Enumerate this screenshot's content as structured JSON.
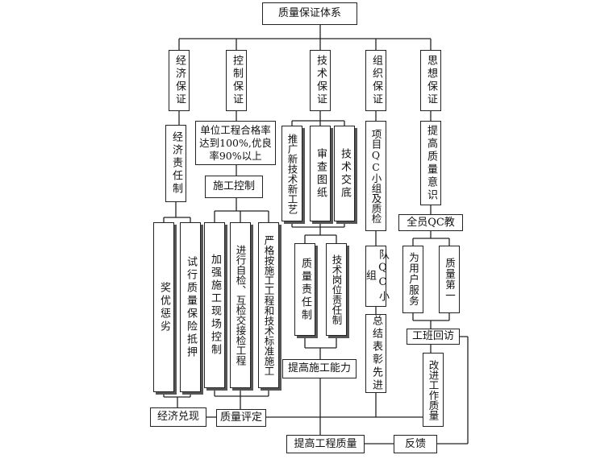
{
  "title": "质量保证体系",
  "categories": {
    "economic": "经济保证",
    "control": "控制保证",
    "technical": "技术保证",
    "organization": "组织保证",
    "ideology": "思想保证"
  },
  "economic": {
    "responsibility": "经济责任制",
    "reward": "奖优惩劣",
    "trial": "试行质量保险抵押",
    "cash": "经济兑现"
  },
  "control": {
    "target": "单位工程合格率达到100%,优良率90%以上",
    "construction_control": "施工控制",
    "site_control": "加强施工现场控制",
    "self_check": "进行自检、互检交接检工程",
    "strict": "严格按施工工程和技术标准施工",
    "evaluation": "质量评定"
  },
  "technical": {
    "promote": "推广新技术新工艺",
    "review": "审查图纸",
    "disclosure": "技术交底",
    "quality_resp": "质量责任制",
    "post_resp": "技术岗位责任制",
    "ability": "提高施工能力"
  },
  "organization": {
    "qc_group": "项目QC小组及质检",
    "qc_team": "队QC小组",
    "summary": "总结表彰先进"
  },
  "ideology": {
    "awareness": "提高质量意识",
    "qc_education": "全员QC教",
    "serve_users": "为用户服务",
    "quality_first": "质量第一",
    "visit": "工班回访",
    "improve": "改进工作质量"
  },
  "bottom": {
    "project_quality": "提高工程质量",
    "feedback": "反馈"
  }
}
